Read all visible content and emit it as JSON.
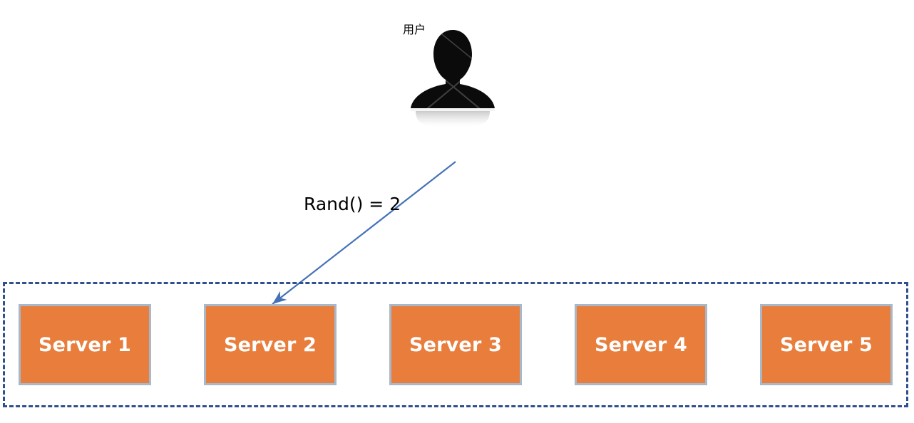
{
  "diagram": {
    "background_color": "#FFFFFF",
    "actor": {
      "icon": "user-silhouette-icon",
      "label": "用户"
    },
    "connector": {
      "label": "Rand() = 2",
      "color": "#4472B8",
      "from": "用户",
      "to": "Server 2"
    },
    "pool": {
      "border_color": "#2F5090",
      "border_style": "dashed",
      "box_fill_color": "#E87D3C",
      "box_border_color": "#A9B8C9",
      "box_text_color": "#FFFFFF",
      "servers": [
        {
          "label": "Server 1"
        },
        {
          "label": "Server 2"
        },
        {
          "label": "Server 3"
        },
        {
          "label": "Server 4"
        },
        {
          "label": "Server 5"
        }
      ]
    }
  }
}
